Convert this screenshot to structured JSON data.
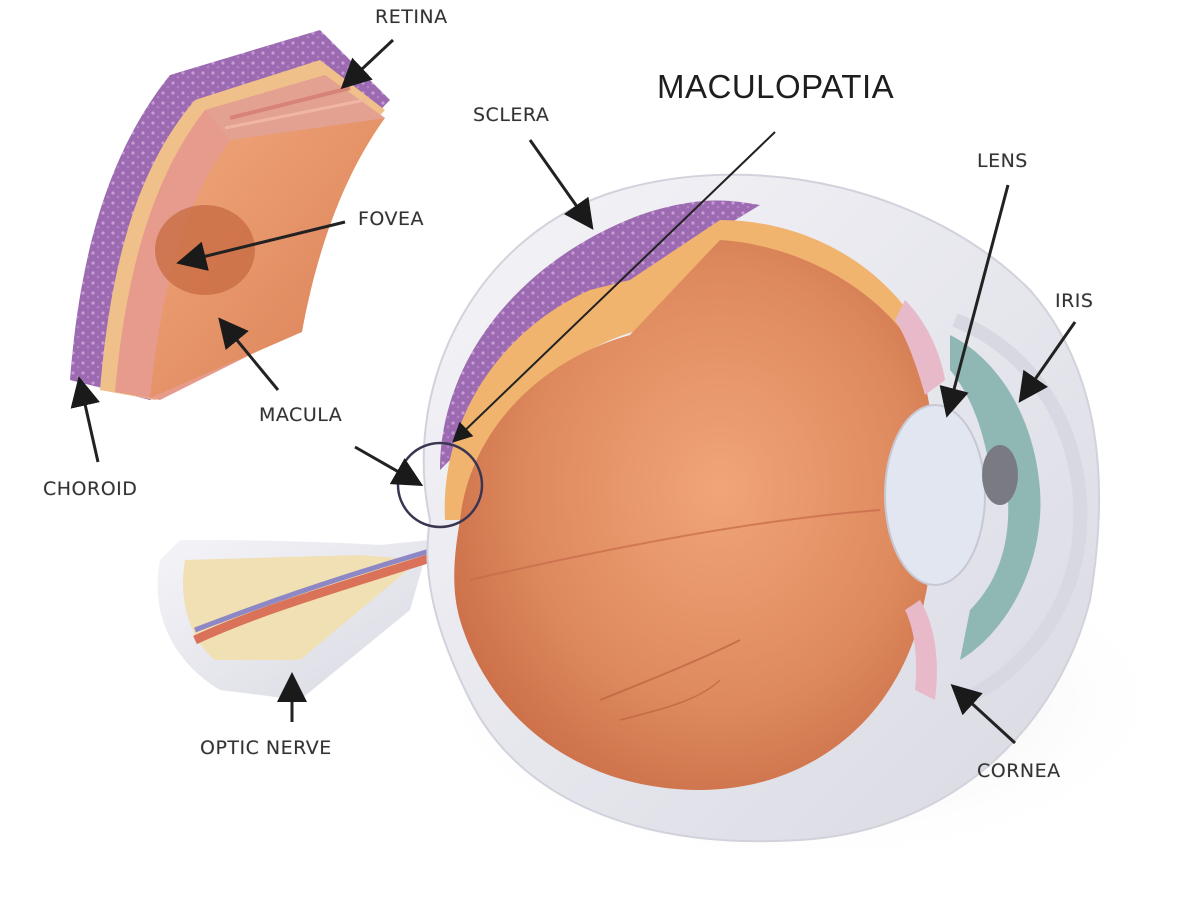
{
  "title": "MACULOPATIA",
  "labels": {
    "retina": "RETINA",
    "fovea": "FOVEA",
    "choroid": "CHOROID",
    "macula": "MACULA",
    "sclera": "SCLERA",
    "lens": "LENS",
    "iris": "IRIS",
    "optic_nerve": "OPTIC NERVE",
    "cornea": "CORNEA"
  },
  "colors": {
    "choroid": "#9a6fb0",
    "retina": "#e39a8c",
    "tissue": "#e8956a",
    "vitreous": "#d8825a",
    "sclera": "#e9e9ef",
    "iris": "#8fb8b4",
    "lens": "#dfe4ee",
    "nerve_sheath": "#f0e2b8",
    "arrow": "#222222"
  }
}
